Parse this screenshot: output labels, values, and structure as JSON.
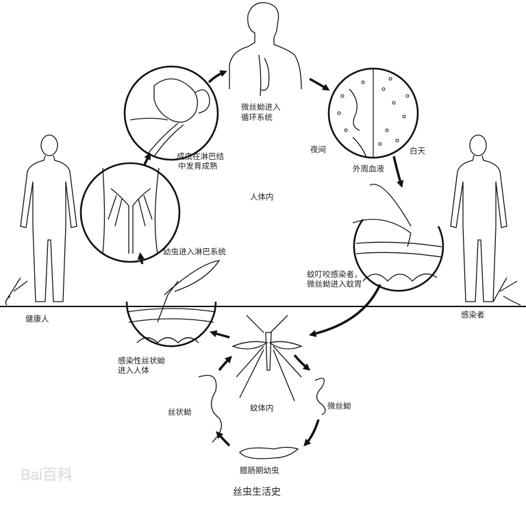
{
  "diagram": {
    "title": "丝虫生活史",
    "labels": {
      "mf_circulation_1": "微丝蚴进入",
      "mf_circulation_2": "循环系统",
      "adult_lymph_1": "成虫在淋巴结",
      "adult_lymph_2": "中发育成熟",
      "night": "夜间",
      "day": "白天",
      "peripheral_blood": "外周血液",
      "in_human": "人体内",
      "larva_lymph": "幼虫进入淋巴系统",
      "bite_1": "蚊叮咬感染者，",
      "bite_2": "微丝蚴进入蚊胃",
      "healthy": "健康人",
      "infected": "感染者",
      "infective_1": "感染性丝状蚴",
      "infective_2": "进入人体",
      "filariform": "丝状蚴",
      "in_mosquito": "蚊体内",
      "microfilaria": "微丝蚴",
      "sausage": "腊肠期幼虫"
    },
    "watermark": "Bai百科"
  }
}
